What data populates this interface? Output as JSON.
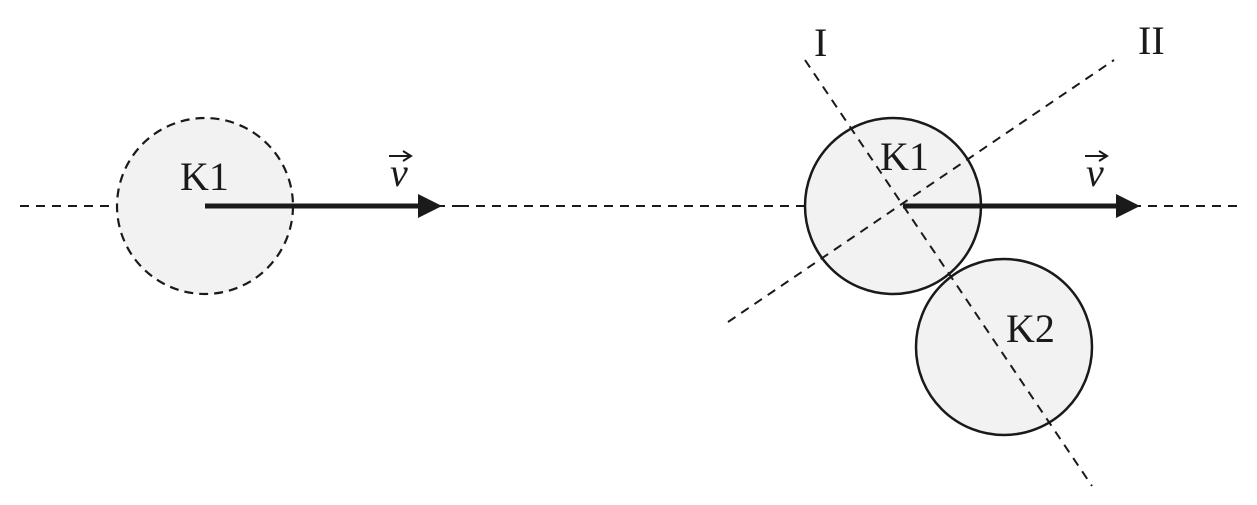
{
  "colors": {
    "ink": "#1a1a1a",
    "ball_fill": "#f2f2f2",
    "background": "#ffffff"
  },
  "before": {
    "ball_label": "K1",
    "velocity_label": "v"
  },
  "after": {
    "ball1_label": "K1",
    "ball2_label": "K2",
    "velocity_label": "v",
    "line_1_label": "I",
    "line_2_label": "II"
  }
}
